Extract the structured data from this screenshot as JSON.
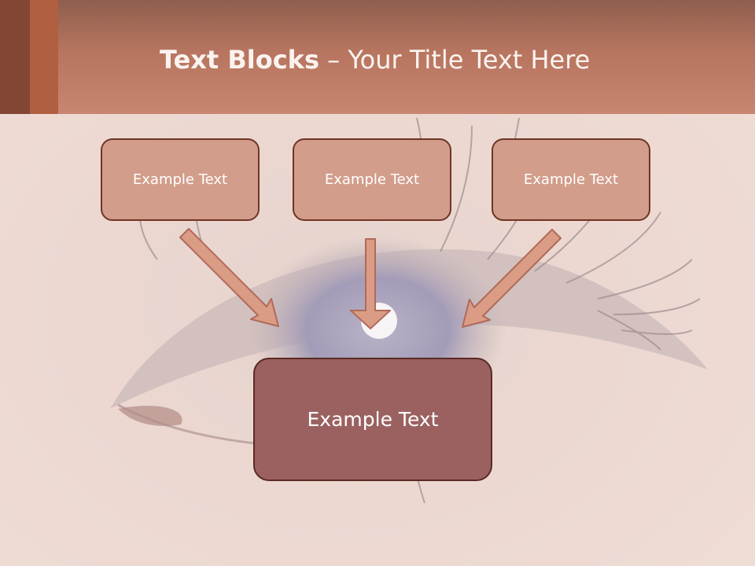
{
  "title": {
    "bold": "Text Blocks",
    "rest": " – Your Title Text Here"
  },
  "boxes": {
    "top_left": "Example Text",
    "top_center": "Example Text",
    "top_right": "Example Text",
    "bottom": "Example Text"
  },
  "colors": {
    "header": "#c0806a",
    "box_fill": "#d29d8a",
    "box_border": "#6e3524",
    "main_box_fill": "#9b6161",
    "arrow_fill": "#db9c86"
  }
}
